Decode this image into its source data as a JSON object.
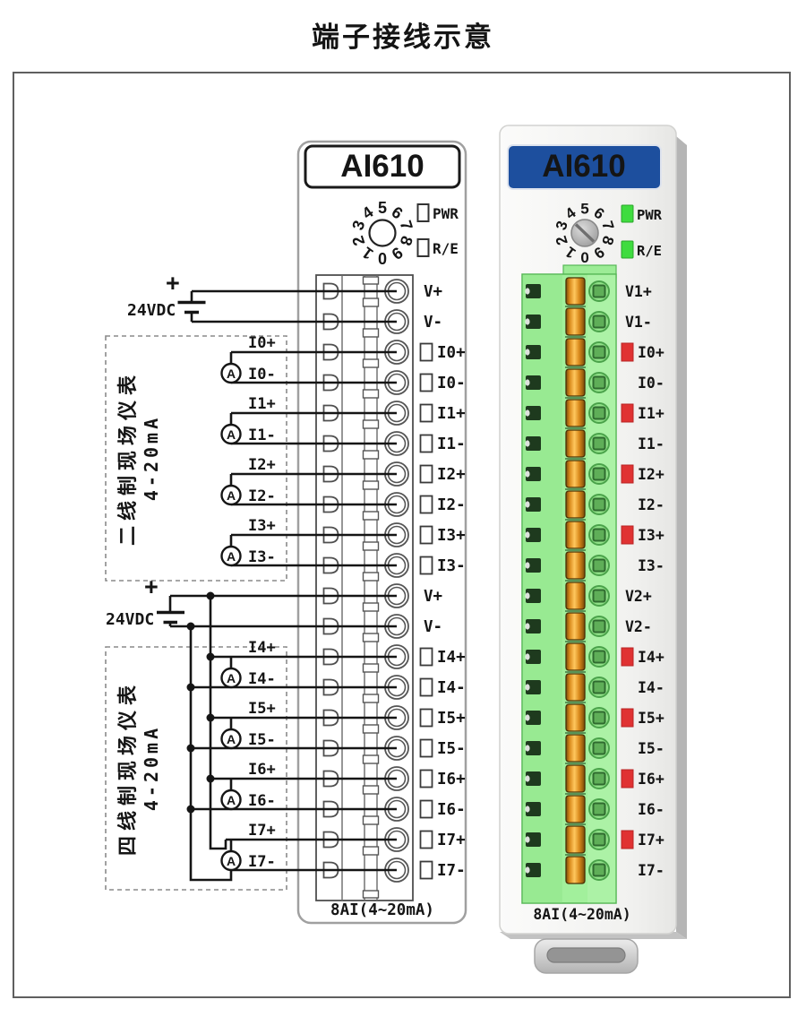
{
  "page_title": "端子接线示意",
  "rotary_digits": [
    "1",
    "2",
    "3",
    "4",
    "5",
    "6",
    "7",
    "8",
    "9",
    "0"
  ],
  "schematic": {
    "module_name": "AI610",
    "indicators": {
      "power": "PWR",
      "run_error": "R/E"
    },
    "bottom_label": "8AI(4~20mA)",
    "terminals": [
      "V+",
      "V-",
      "I0+",
      "I0-",
      "I1+",
      "I1-",
      "I2+",
      "I2-",
      "I3+",
      "I3-",
      "V+",
      "V-",
      "I4+",
      "I4-",
      "I5+",
      "I5-",
      "I6+",
      "I6-",
      "I7+",
      "I7-"
    ],
    "power_supplies": [
      {
        "label": "24VDC",
        "polarity": "+"
      },
      {
        "label": "24VDC",
        "polarity": "+"
      }
    ],
    "groups": [
      {
        "title": "二线制现场仪表",
        "range": "4-20mA"
      },
      {
        "title": "四线制现场仪表",
        "range": "4-20mA"
      }
    ],
    "meters": [
      {
        "symbol": "A",
        "plus": "I0+",
        "minus": "I0-"
      },
      {
        "symbol": "A",
        "plus": "I1+",
        "minus": "I1-"
      },
      {
        "symbol": "A",
        "plus": "I2+",
        "minus": "I2-"
      },
      {
        "symbol": "A",
        "plus": "I3+",
        "minus": "I3-"
      },
      {
        "symbol": "A",
        "plus": "I4+",
        "minus": "I4-"
      },
      {
        "symbol": "A",
        "plus": "I5+",
        "minus": "I5-"
      },
      {
        "symbol": "A",
        "plus": "I6+",
        "minus": "I6-"
      },
      {
        "symbol": "A",
        "plus": "I7+",
        "minus": "I7-"
      }
    ]
  },
  "product": {
    "module_name": "AI610",
    "indicators": {
      "power": "PWR",
      "run_error": "R/E"
    },
    "bottom_label": "8AI(4~20mA)",
    "terminals": [
      "V1+",
      "V1-",
      "I0+",
      "I0-",
      "I1+",
      "I1-",
      "I2+",
      "I2-",
      "I3+",
      "I3-",
      "V2+",
      "V2-",
      "I4+",
      "I4-",
      "I5+",
      "I5-",
      "I6+",
      "I6-",
      "I7+",
      "I7-"
    ]
  },
  "colors": {
    "header_blue": "#1d4f9e",
    "led_green": "#3fdc3f",
    "alarm_red": "#e03232",
    "terminal_green": "#a2f09c",
    "slat_orange": "#e8961e"
  }
}
